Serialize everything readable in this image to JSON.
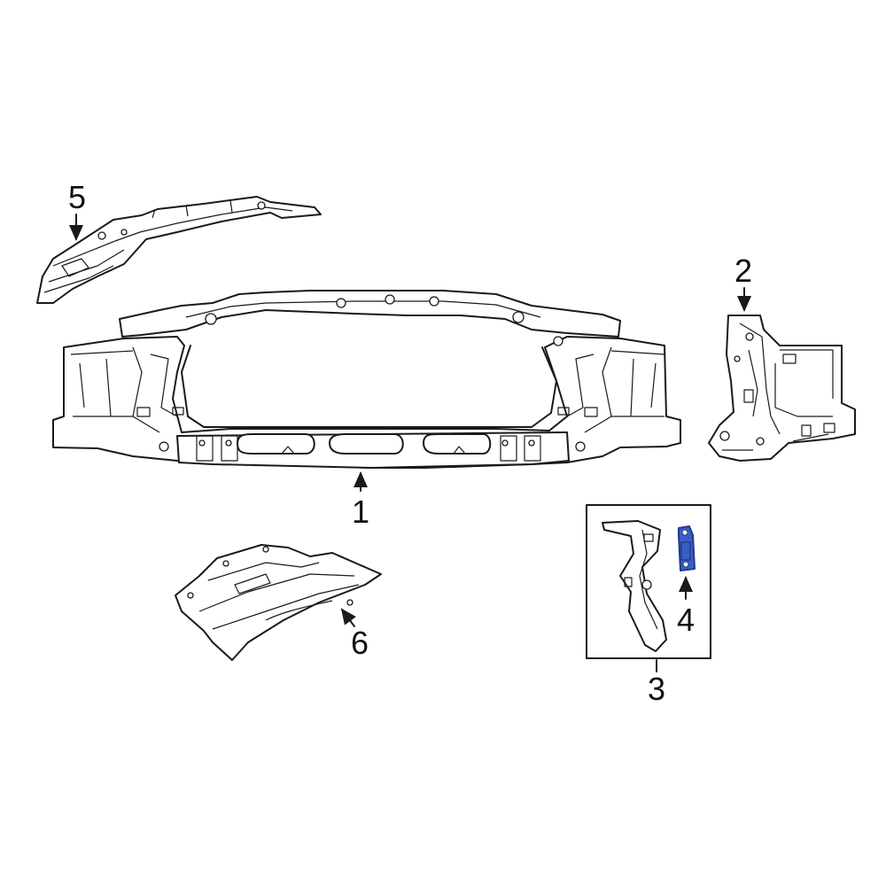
{
  "callouts": {
    "c1": "1",
    "c2": "2",
    "c3": "3",
    "c4": "4",
    "c5": "5",
    "c6": "6"
  },
  "colors": {
    "line": "#1a1a1a",
    "highlight": "#3a5fc4",
    "highlight_dark": "#1e3a8a"
  }
}
